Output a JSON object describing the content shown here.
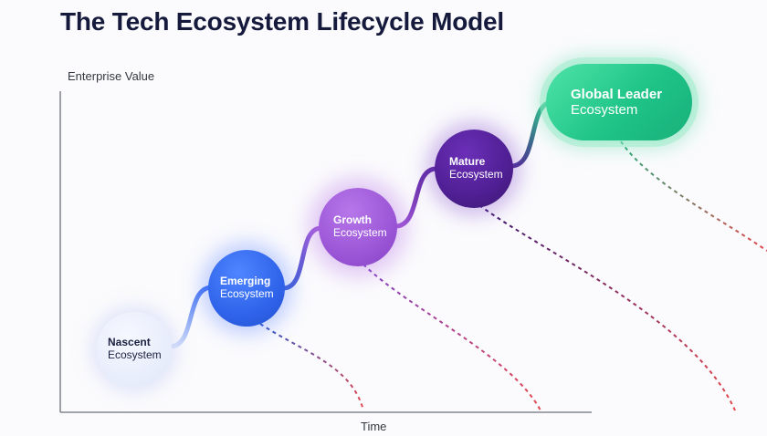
{
  "title": "The Tech Ecosystem Lifecycle Model",
  "axes": {
    "y_label": "Enterprise Value",
    "x_label": "Time"
  },
  "stages": [
    {
      "line1": "Nascent",
      "line2": "Ecosystem",
      "color": "#e7ecfb"
    },
    {
      "line1": "Emerging",
      "line2": "Ecosystem",
      "color": "#2f63ea"
    },
    {
      "line1": "Growth",
      "line2": "Ecosystem",
      "color": "#9b56d6"
    },
    {
      "line1": "Mature",
      "line2": "Ecosystem",
      "color": "#4f1f93"
    },
    {
      "line1": "Global Leader",
      "line2": "Ecosystem",
      "color": "#1fc487"
    }
  ],
  "colors": {
    "title": "#151a3d",
    "decline_end": "#e5484d"
  }
}
